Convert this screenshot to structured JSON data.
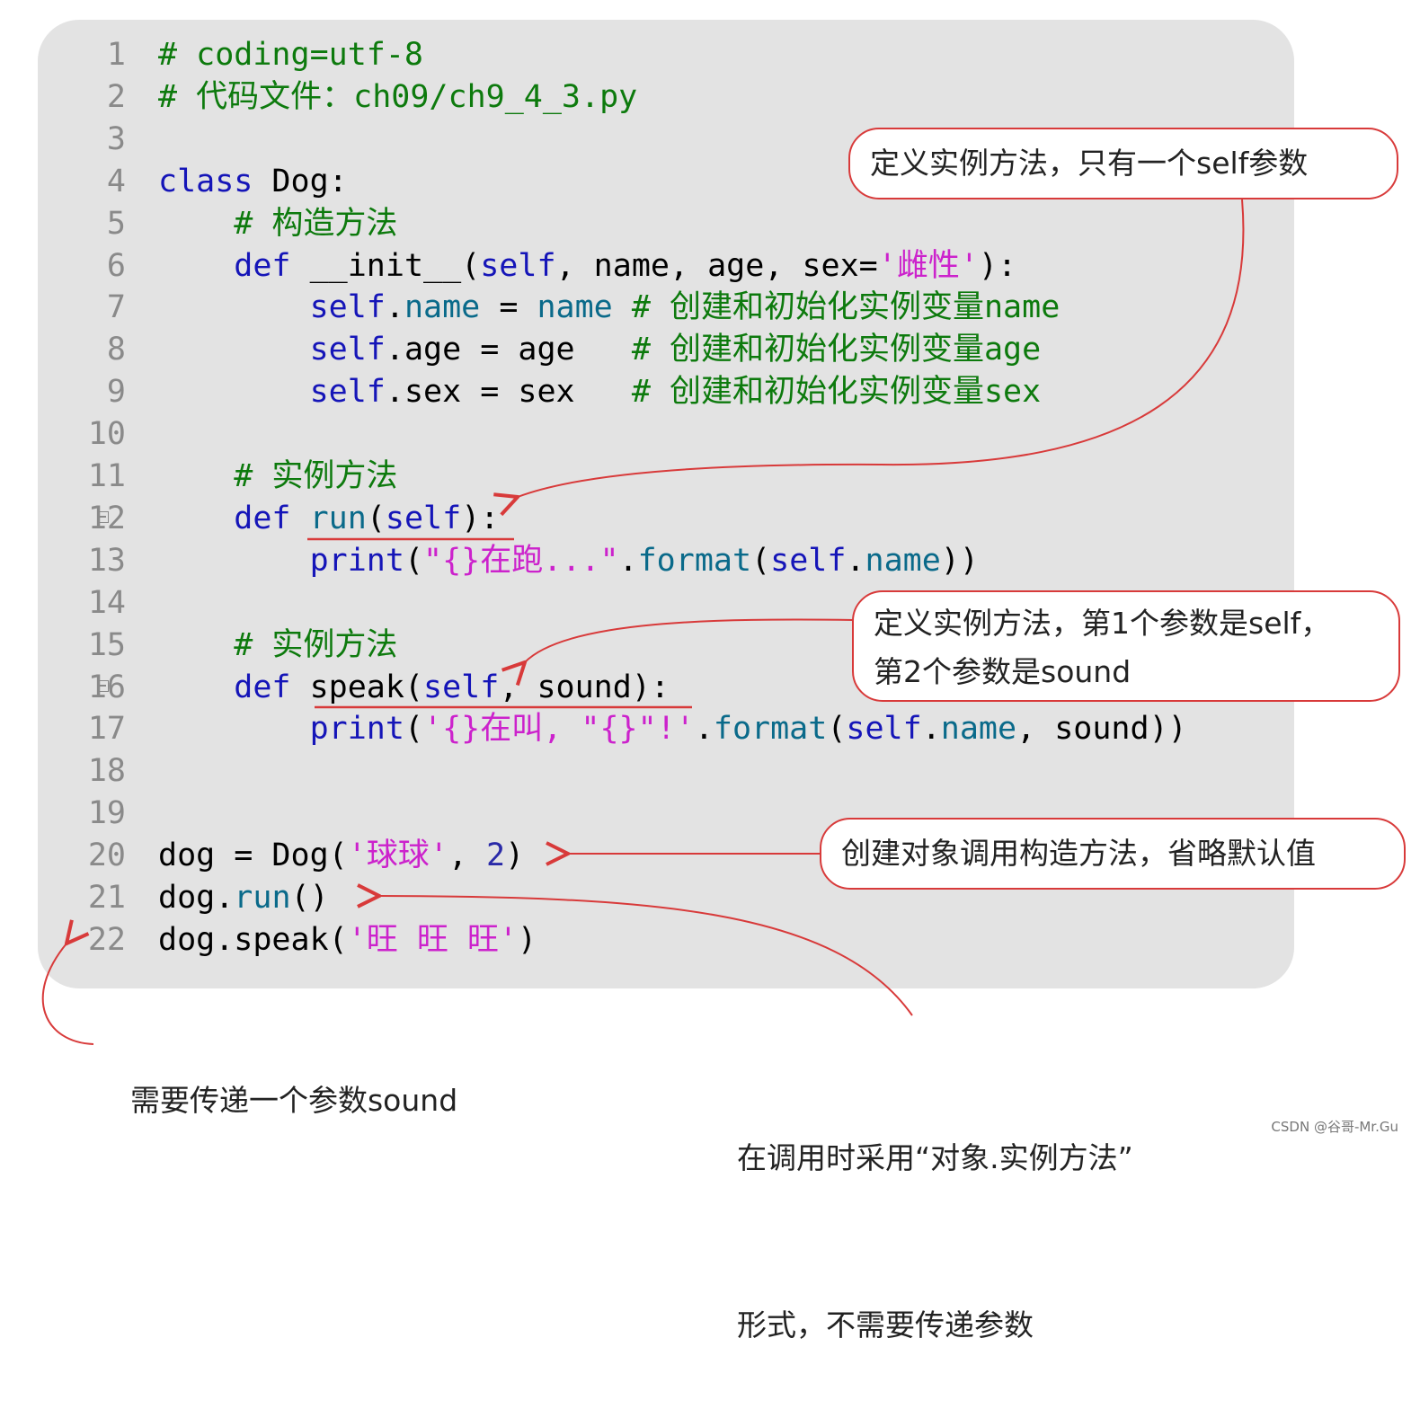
{
  "code_lines": [
    {
      "num": "1",
      "segments": [
        {
          "t": "# coding=utf-8",
          "c": "cm"
        }
      ]
    },
    {
      "num": "2",
      "segments": [
        {
          "t": "# 代码文件：ch09/ch9_4_3.py",
          "c": "cm"
        }
      ]
    },
    {
      "num": "3",
      "segments": []
    },
    {
      "num": "4",
      "segments": [
        {
          "t": "class",
          "c": "kw"
        },
        {
          "t": " Dog:",
          "c": "cl"
        }
      ]
    },
    {
      "num": "5",
      "segments": [
        {
          "t": "    # 构造方法",
          "c": "cm"
        }
      ]
    },
    {
      "num": "6",
      "segments": [
        {
          "t": "    def",
          "c": "kw"
        },
        {
          "t": " __init__(",
          "c": "cl"
        },
        {
          "t": "self",
          "c": "kw"
        },
        {
          "t": ", name, age, sex=",
          "c": "cl"
        },
        {
          "t": "'雌性'",
          "c": "st"
        },
        {
          "t": "):",
          "c": "cl"
        }
      ]
    },
    {
      "num": "7",
      "segments": [
        {
          "t": "        self",
          "c": "kw"
        },
        {
          "t": ".",
          "c": "cl"
        },
        {
          "t": "name",
          "c": "fn"
        },
        {
          "t": " = ",
          "c": "cl"
        },
        {
          "t": "name",
          "c": "fn"
        },
        {
          "t": " # 创建和初始化实例变量name",
          "c": "cm"
        }
      ]
    },
    {
      "num": "8",
      "segments": [
        {
          "t": "        self",
          "c": "kw"
        },
        {
          "t": ".age = age   ",
          "c": "cl"
        },
        {
          "t": "# 创建和初始化实例变量age",
          "c": "cm"
        }
      ]
    },
    {
      "num": "9",
      "segments": [
        {
          "t": "        self",
          "c": "kw"
        },
        {
          "t": ".sex = sex   ",
          "c": "cl"
        },
        {
          "t": "# 创建和初始化实例变量sex",
          "c": "cm"
        }
      ]
    },
    {
      "num": "10",
      "segments": []
    },
    {
      "num": "11",
      "segments": [
        {
          "t": "    # 实例方法",
          "c": "cm"
        }
      ]
    },
    {
      "num": "12",
      "fold": true,
      "segments": [
        {
          "t": "    def",
          "c": "kw"
        },
        {
          "t": " ",
          "c": "cl"
        },
        {
          "t": "run",
          "c": "fn"
        },
        {
          "t": "(",
          "c": "cl"
        },
        {
          "t": "self",
          "c": "kw"
        },
        {
          "t": "):",
          "c": "cl"
        }
      ]
    },
    {
      "num": "13",
      "segments": [
        {
          "t": "        print",
          "c": "kw"
        },
        {
          "t": "(",
          "c": "cl"
        },
        {
          "t": "\"{}在跑...\"",
          "c": "st"
        },
        {
          "t": ".",
          "c": "cl"
        },
        {
          "t": "format",
          "c": "fn"
        },
        {
          "t": "(",
          "c": "cl"
        },
        {
          "t": "self",
          "c": "kw"
        },
        {
          "t": ".",
          "c": "cl"
        },
        {
          "t": "name",
          "c": "fn"
        },
        {
          "t": "))",
          "c": "cl"
        }
      ]
    },
    {
      "num": "14",
      "segments": []
    },
    {
      "num": "15",
      "segments": [
        {
          "t": "    # 实例方法",
          "c": "cm"
        }
      ]
    },
    {
      "num": "16",
      "fold": true,
      "segments": [
        {
          "t": "    def",
          "c": "kw"
        },
        {
          "t": " speak(",
          "c": "cl"
        },
        {
          "t": "self",
          "c": "kw"
        },
        {
          "t": ", sound):",
          "c": "cl"
        }
      ]
    },
    {
      "num": "17",
      "segments": [
        {
          "t": "        print",
          "c": "kw"
        },
        {
          "t": "(",
          "c": "cl"
        },
        {
          "t": "'{}在叫, \"{}\"!'",
          "c": "st"
        },
        {
          "t": ".",
          "c": "cl"
        },
        {
          "t": "format",
          "c": "fn"
        },
        {
          "t": "(",
          "c": "cl"
        },
        {
          "t": "self",
          "c": "kw"
        },
        {
          "t": ".",
          "c": "cl"
        },
        {
          "t": "name",
          "c": "fn"
        },
        {
          "t": ", sound))",
          "c": "cl"
        }
      ]
    },
    {
      "num": "18",
      "segments": []
    },
    {
      "num": "19",
      "segments": []
    },
    {
      "num": "20",
      "segments": [
        {
          "t": "dog = Dog(",
          "c": "cl"
        },
        {
          "t": "'球球'",
          "c": "st"
        },
        {
          "t": ", ",
          "c": "cl"
        },
        {
          "t": "2",
          "c": "nm"
        },
        {
          "t": ")",
          "c": "cl"
        }
      ]
    },
    {
      "num": "21",
      "segments": [
        {
          "t": "dog.",
          "c": "cl"
        },
        {
          "t": "run",
          "c": "fn"
        },
        {
          "t": "()",
          "c": "cl"
        }
      ]
    },
    {
      "num": "22",
      "segments": [
        {
          "t": "dog.speak(",
          "c": "cl"
        },
        {
          "t": "'旺 旺 旺'",
          "c": "st"
        },
        {
          "t": ")",
          "c": "cl"
        }
      ]
    }
  ],
  "callouts": {
    "run_method": "定义实例方法，只有一个self参数",
    "speak_method_line1": "定义实例方法，第1个参数是self，",
    "speak_method_line2": "第2个参数是sound",
    "create_object": "创建对象调用构造方法，省略默认值"
  },
  "notes": {
    "need_sound": "需要传递一个参数sound",
    "call_form_line1": "在调用时采用“对象.实例方法”",
    "call_form_line2": "形式，不需要传递参数"
  },
  "watermark": "CSDN @谷哥-Mr.Gu",
  "colors": {
    "annotation_red": "#d83a3a",
    "panel_gray": "#e3e3e3",
    "keyword_blue": "#1515b8",
    "comment_green": "#0d7a0d",
    "string_magenta": "#cc22cc"
  }
}
